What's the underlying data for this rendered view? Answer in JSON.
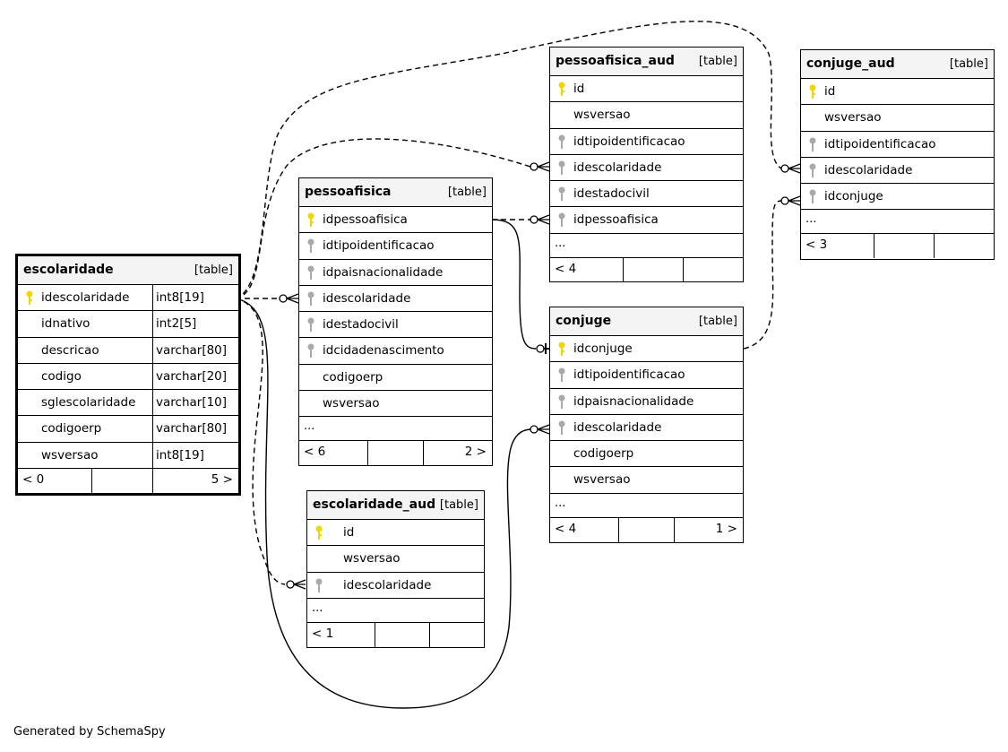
{
  "footer": {
    "generated_by": "Generated by SchemaSpy"
  },
  "tables": {
    "escolaridade": {
      "name": "escolaridade",
      "type": "[table]",
      "rows": [
        {
          "name": "idescolaridade",
          "type": "int8[19]",
          "key": "primary"
        },
        {
          "name": "idnativo",
          "type": "int2[5]",
          "key": "none"
        },
        {
          "name": "descricao",
          "type": "varchar[80]",
          "key": "none"
        },
        {
          "name": "codigo",
          "type": "varchar[20]",
          "key": "none"
        },
        {
          "name": "sglescolaridade",
          "type": "varchar[10]",
          "key": "none"
        },
        {
          "name": "codigoerp",
          "type": "varchar[80]",
          "key": "none"
        },
        {
          "name": "wsversao",
          "type": "int8[19]",
          "key": "none"
        }
      ],
      "footer": {
        "left": "< 0",
        "right": "5 >"
      }
    },
    "pessoafisica": {
      "name": "pessoafisica",
      "type": "[table]",
      "rows": [
        {
          "name": "idpessoafisica",
          "key": "primary"
        },
        {
          "name": "idtipoidentificacao",
          "key": "foreign"
        },
        {
          "name": "idpaisnacionalidade",
          "key": "foreign"
        },
        {
          "name": "idescolaridade",
          "key": "foreign"
        },
        {
          "name": "idestadocivil",
          "key": "foreign"
        },
        {
          "name": "idcidadenascimento",
          "key": "foreign"
        },
        {
          "name": "codigoerp",
          "key": "none"
        },
        {
          "name": "wsversao",
          "key": "none"
        }
      ],
      "ellipsis": "...",
      "footer": {
        "left": "< 6",
        "right": "2 >"
      }
    },
    "escolaridade_aud": {
      "name": "escolaridade_aud",
      "type": "[table]",
      "rows": [
        {
          "name": "id",
          "key": "primary"
        },
        {
          "name": "wsversao",
          "key": "none"
        },
        {
          "name": "idescolaridade",
          "key": "foreign"
        }
      ],
      "ellipsis": "...",
      "footer": {
        "left": "< 1",
        "right": ""
      }
    },
    "pessoafisica_aud": {
      "name": "pessoafisica_aud",
      "type": "[table]",
      "rows": [
        {
          "name": "id",
          "key": "primary"
        },
        {
          "name": "wsversao",
          "key": "none"
        },
        {
          "name": "idtipoidentificacao",
          "key": "foreign"
        },
        {
          "name": "idescolaridade",
          "key": "foreign"
        },
        {
          "name": "idestadocivil",
          "key": "foreign"
        },
        {
          "name": "idpessoafisica",
          "key": "foreign"
        }
      ],
      "ellipsis": "...",
      "footer": {
        "left": "< 4",
        "right": ""
      }
    },
    "conjuge": {
      "name": "conjuge",
      "type": "[table]",
      "rows": [
        {
          "name": "idconjuge",
          "key": "primary"
        },
        {
          "name": "idtipoidentificacao",
          "key": "foreign"
        },
        {
          "name": "idpaisnacionalidade",
          "key": "foreign"
        },
        {
          "name": "idescolaridade",
          "key": "foreign"
        },
        {
          "name": "codigoerp",
          "key": "none"
        },
        {
          "name": "wsversao",
          "key": "none"
        }
      ],
      "ellipsis": "...",
      "footer": {
        "left": "< 4",
        "right": "1 >"
      }
    },
    "conjuge_aud": {
      "name": "conjuge_aud",
      "type": "[table]",
      "rows": [
        {
          "name": "id",
          "key": "primary"
        },
        {
          "name": "wsversao",
          "key": "none"
        },
        {
          "name": "idtipoidentificacao",
          "key": "foreign"
        },
        {
          "name": "idescolaridade",
          "key": "foreign"
        },
        {
          "name": "idconjuge",
          "key": "foreign"
        }
      ],
      "ellipsis": "...",
      "footer": {
        "left": "< 3",
        "right": ""
      }
    }
  },
  "colors": {
    "primary_key": "#f2d600",
    "foreign_key": "#a9a9a9",
    "header_bg": "#f4f4f4"
  }
}
